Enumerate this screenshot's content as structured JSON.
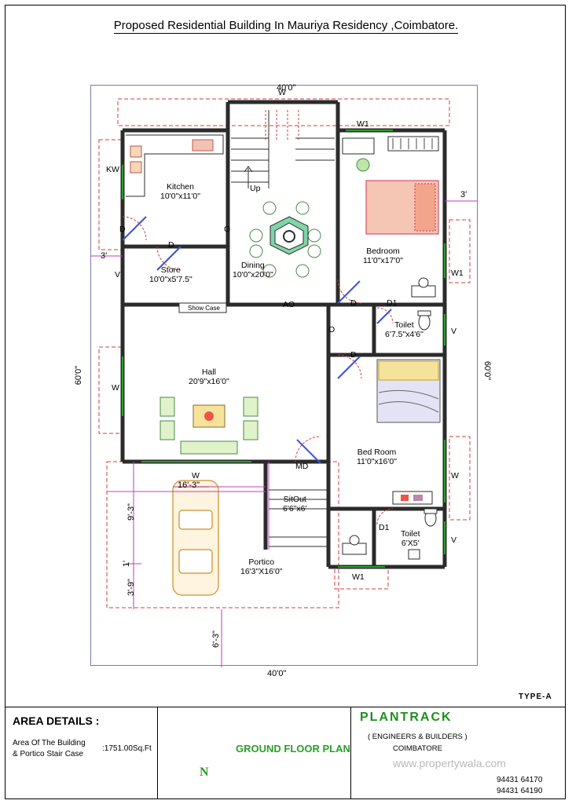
{
  "title": "Proposed Residential Building In Mauriya Residency ,Coimbatore.",
  "type_tag": "TYPE-A",
  "dims": {
    "top": "40'0\"",
    "bottom": "40'0\"",
    "left": "60'0\"",
    "right": "60'0\"",
    "setback_left": "3'",
    "setback_right": "3'",
    "sitout_front": "9'-3\"",
    "portico_gap": "1'",
    "portico_left": "3'-9\"",
    "bottom_gap": "6'-3\"",
    "portico_width": "16'-3\""
  },
  "rooms": {
    "kitchen": {
      "name": "Kitchen",
      "size": "10'0\"x11'0\""
    },
    "store": {
      "name": "Store",
      "size": "10'0\"x5'7.5\""
    },
    "dining": {
      "name": "Dining",
      "size": "10'0\"x20'0\""
    },
    "bedroom1": {
      "name": "Bedroom",
      "size": "11'0\"x17'0\""
    },
    "toilet1": {
      "name": "Toilet",
      "size": "6'7.5\"x4'6\""
    },
    "hall": {
      "name": "Hall",
      "size": "20'9\"x16'0\""
    },
    "bedroom2": {
      "name": "Bed Room",
      "size": "11'0\"x16'0\""
    },
    "sitout": {
      "name": "SitOut",
      "size": "6'6\"x6'"
    },
    "toilet2": {
      "name": "Toilet",
      "size": "6'X5'"
    },
    "portico": {
      "name": "Portico",
      "size": "16'3\"X16'0\""
    }
  },
  "marks": {
    "kw": "KW",
    "up": "Up",
    "show_case": "Show Case",
    "ao": "AO",
    "d": "D",
    "d1": "D1",
    "o": "O",
    "v": "V",
    "w": "W",
    "w1": "W1",
    "md": "MD"
  },
  "area": {
    "heading": "AREA DETAILS :",
    "line1": "Area Of The Building",
    "line2": "& Portico Stair Case",
    "value": ":1751.00Sq.Ft"
  },
  "plan_name": "GROUND FLOOR PLAN",
  "north": "N",
  "company": {
    "name": "PLANTRACK",
    "sub": "( ENGINEERS & BUILDERS )",
    "city": "COIMBATORE",
    "phone1": "94431 64170",
    "phone2": "94431 64190"
  },
  "watermark": "www.propertywala.com",
  "colors": {
    "wall": "#2b2b2b",
    "red_dash": "#d23c3c",
    "green": "#2a9d2a",
    "magenta": "#c13fc1",
    "furniture": "#4a8a4a",
    "car": "#d7a14a",
    "bed": "#e79a7b"
  }
}
